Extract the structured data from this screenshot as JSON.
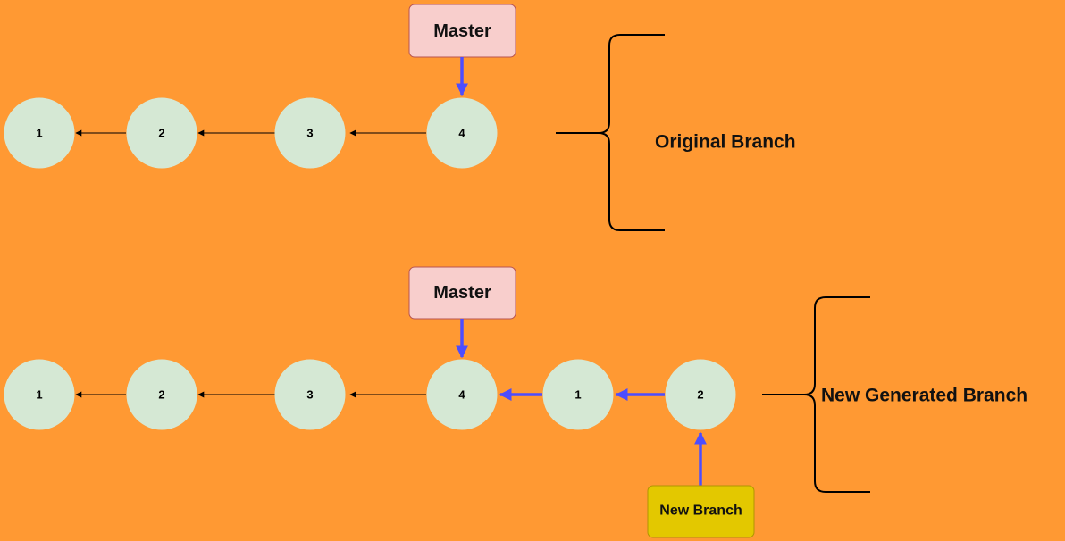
{
  "colors": {
    "background": "#FF9933",
    "commit_fill": "#D5E8D4",
    "master_fill": "#F8CECC",
    "master_stroke": "#B85450",
    "new_branch_fill": "#E3C800",
    "new_branch_stroke": "#B09500",
    "edge_thin": "#000000",
    "edge_thick": "#4D4DFF"
  },
  "top": {
    "master_label": "Master",
    "commits": [
      "1",
      "2",
      "3",
      "4"
    ],
    "brace_label": "Original Branch"
  },
  "bottom": {
    "master_label": "Master",
    "commits": [
      "1",
      "2",
      "3",
      "4"
    ],
    "new_commits": [
      "1",
      "2"
    ],
    "new_branch_label": "New Branch",
    "brace_label": "New Generated Branch"
  }
}
